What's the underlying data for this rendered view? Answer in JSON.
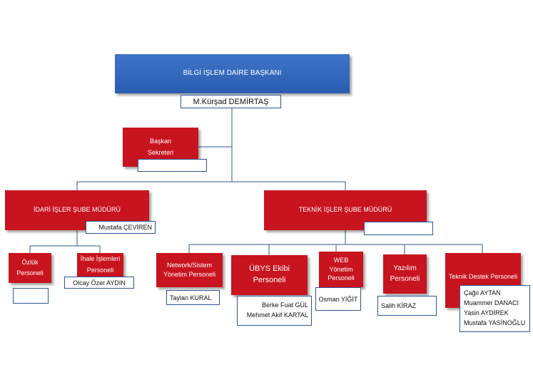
{
  "head": {
    "title": "BİLGİ İŞLEM DAİRE BAŞKANI",
    "name": "M.Kürşad DEMİRTAŞ"
  },
  "secretary": {
    "title_line1": "Başkan",
    "title_line2": "Sekreteri",
    "name": ""
  },
  "admin": {
    "title": "İDARİ İŞLER ŞUBE MÜDÜRÜ",
    "name": "Mustafa ÇEVİREN",
    "staff": [
      {
        "title_line1": "Özlük",
        "title_line2": "Personeli",
        "names": [
          ""
        ]
      },
      {
        "title_line1": "İhale İşlemleri",
        "title_line2": "Personeli",
        "names": [
          "Olcay Özer AYDIN"
        ]
      }
    ]
  },
  "technical": {
    "title": "TEKNİK İŞLER  ŞUBE MÜDÜRÜ",
    "name": "",
    "staff": [
      {
        "title_line1": "Network/Sistem",
        "title_line2": "Yönetim Personeli",
        "names": [
          "Taylan KURAL"
        ]
      },
      {
        "title_line1": "ÜBYS Ekibi",
        "title_line2": "Personeli",
        "names": [
          "Berke Fuat GÜL",
          "Mehmet Akif KARTAL"
        ]
      },
      {
        "title_line1": "WEB",
        "title_line2": "Yönetim",
        "title_line3": "Personeli",
        "names": [
          "Osman YİĞİT"
        ]
      },
      {
        "title_line1": "Yazılım",
        "title_line2": "Personeli",
        "names": [
          "Salih KİRAZ"
        ]
      },
      {
        "title_line1": "Teknik Destek Personeli",
        "names": [
          "Çağıl AYTAN",
          "Muammer DANACI",
          "Yasin AYDİREK",
          "Mustafa YASİNOĞLU"
        ]
      }
    ]
  }
}
